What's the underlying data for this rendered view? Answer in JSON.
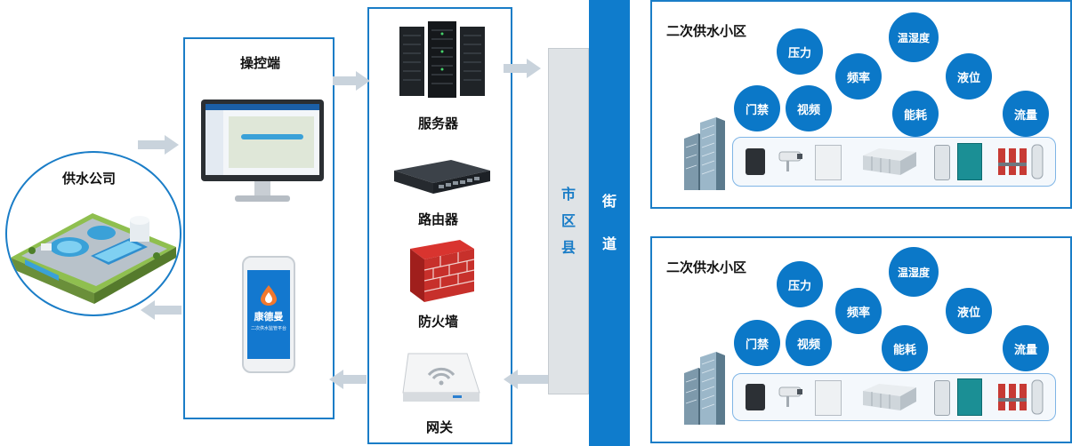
{
  "company": {
    "label": "供水公司"
  },
  "control": {
    "label": "操控端",
    "app_name": "康德曼",
    "app_subtitle": "二次供水监管平台"
  },
  "servers": {
    "server": "服务器",
    "router": "路由器",
    "firewall": "防火墙",
    "gateway": "网关"
  },
  "district": {
    "chars": [
      "市",
      "区",
      "县"
    ]
  },
  "street": {
    "chars": [
      "街",
      "道"
    ]
  },
  "community_top": {
    "title": "二次供水小区",
    "bubbles": {
      "pressure": "压力",
      "humidity": "温湿度",
      "frequency": "频率",
      "level": "液位",
      "access": "门禁",
      "video": "视频",
      "energy": "能耗",
      "flow": "流量"
    }
  },
  "community_bottom": {
    "title": "二次供水小区",
    "bubbles": {
      "pressure": "压力",
      "humidity": "温湿度",
      "frequency": "频率",
      "level": "液位",
      "access": "门禁",
      "video": "视频",
      "energy": "能耗",
      "flow": "流量"
    }
  },
  "colors": {
    "accent": "#1a7dc7",
    "bubble": "#0b78c8",
    "street": "#0f7ccc",
    "district": "#dfe3e6",
    "arrow": "#c9d3dc"
  }
}
